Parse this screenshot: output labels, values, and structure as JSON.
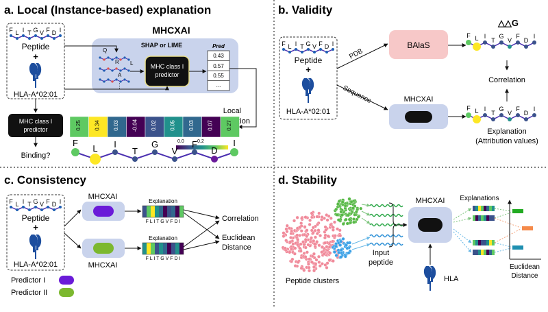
{
  "panel_a": {
    "title": "a. Local (Instance-based) explanation",
    "peptide_seq": [
      "F",
      "L",
      "I",
      "T",
      "G",
      "V",
      "F",
      "D",
      "I"
    ],
    "peptide_label": "Peptide",
    "plus": "+",
    "hla_label": "HLA-A*02:01",
    "mhcxai_label": "MHCXAI",
    "shap_label": "SHAP or LIME",
    "pert_letters": [
      "Q",
      "R",
      "L",
      "A"
    ],
    "ellipsis": "⋮",
    "predictor_label": [
      "MHC class I",
      "predictor"
    ],
    "pred_header": "Pred",
    "pred_values": [
      "0.43",
      "0.57",
      "0.55",
      "..."
    ],
    "predictor2_label": [
      "MHC class I",
      "predictor"
    ],
    "binding_label": "Binding?",
    "local_expl_label": [
      "Local",
      "Explanation"
    ],
    "heatmap_values": [
      "0.25",
      "0.34",
      "0.03",
      "-0.04",
      "0.02",
      "0.05",
      "0.03",
      "0.07",
      "0.27"
    ],
    "heatmap_colors": [
      "#5ec962",
      "#fde725",
      "#31688e",
      "#440154",
      "#3b528b",
      "#21918c",
      "#31688e",
      "#440154",
      "#5ec962"
    ],
    "colorbar_ticks": [
      "0.0",
      "0.2"
    ],
    "expl_letters": [
      "F",
      "L",
      "I",
      "T",
      "G",
      "V",
      "F",
      "D",
      "I"
    ]
  },
  "panel_b": {
    "title": "b. Validity",
    "peptide_seq": [
      "F",
      "L",
      "I",
      "T",
      "G",
      "V",
      "F",
      "D",
      "I"
    ],
    "peptide_label": "Peptide",
    "plus": "+",
    "hla_label": "HLA-A*02:01",
    "pdb_label": "PDB",
    "sequence_label": "Sequence",
    "balas_label": "BAlaS",
    "mhcxai_label": "MHCXAI",
    "ddg_label": "△△G",
    "correlation_label": "Correlation",
    "explanation_label": "Explanation",
    "attribution_label": "(Attribution values)",
    "letters": [
      "F",
      "L",
      "I",
      "T",
      "G",
      "V",
      "F",
      "D",
      "I"
    ]
  },
  "panel_c": {
    "title": "c. Consistency",
    "peptide_seq": [
      "F",
      "L",
      "I",
      "T",
      "G",
      "V",
      "F",
      "D",
      "I"
    ],
    "peptide_label": "Peptide",
    "plus": "+",
    "hla_label": "HLA-A*02:01",
    "mhcxai_top": "MHCXAI",
    "mhcxai_bottom": "MHCXAI",
    "explanation_top": "Explanation",
    "explanation_bottom": "Explanation",
    "seq_text": "F L I T G V F D I",
    "correlation_label": "Correlation",
    "euclidean_label": [
      "Euclidean",
      "Distance"
    ],
    "legend": [
      {
        "label": "Predictor I",
        "color": "#6a1bd8"
      },
      {
        "label": "Predictor II",
        "color": "#7cb82f"
      }
    ],
    "bar_colors_top": [
      "#3b528b",
      "#5ec962",
      "#fde725",
      "#21918c",
      "#31688e",
      "#440154",
      "#3b528b",
      "#31688e",
      "#440154",
      "#5ec962"
    ],
    "bar_colors_bottom": [
      "#21918c",
      "#fde725",
      "#5ec962",
      "#3b528b",
      "#21918c",
      "#31688e",
      "#440154",
      "#3b528b",
      "#21918c",
      "#440154"
    ]
  },
  "panel_d": {
    "title": "d. Stability",
    "clusters_label": "Peptide clusters",
    "input_label": [
      "Input",
      "peptide"
    ],
    "mhcxai_label": "MHCXAI",
    "hla_label": "HLA",
    "explanations_label": "Explanations",
    "euclidean_label": [
      "Euclidean",
      "Distance"
    ],
    "cluster_colors": {
      "pink": "#f08a9a",
      "green": "#58b947",
      "blue": "#3aa0e6"
    },
    "box_colors": [
      "#22aa22",
      "#f58a4a",
      "#1f8fb0"
    ]
  }
}
